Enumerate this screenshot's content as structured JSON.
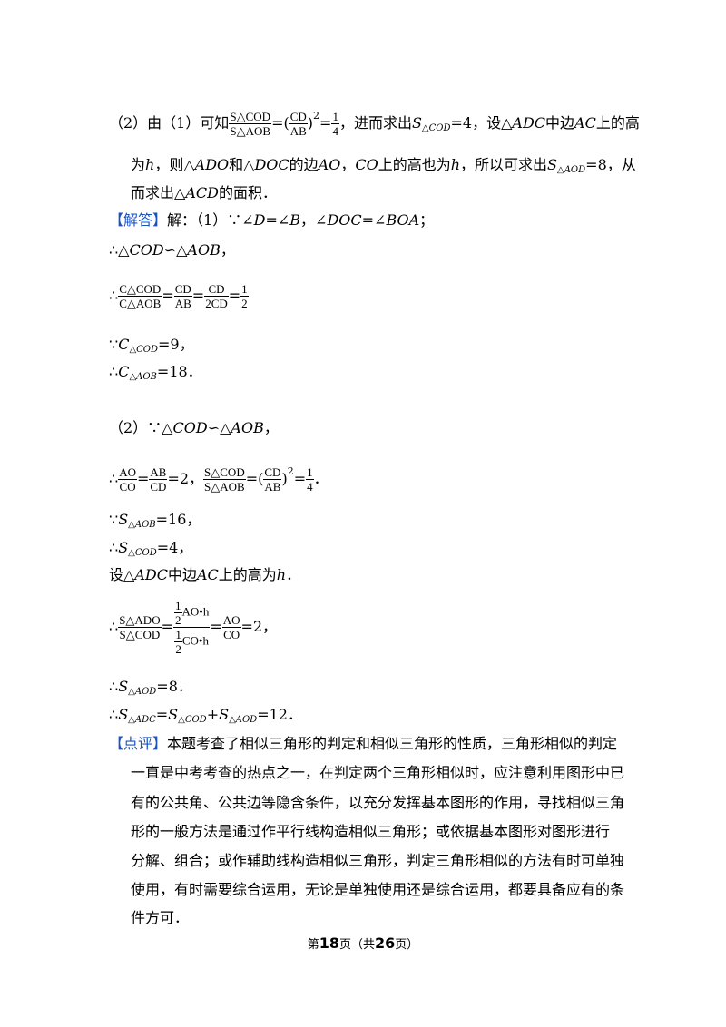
{
  "part2_header": {
    "pre": "（2）由（1）可知",
    "eq": "=(",
    "paren_close": ")",
    "exp": "2",
    "eq2": "=",
    "half_n": "1",
    "half_d": "4",
    "post": "，进而求出",
    "s": "S",
    "s_sub": "△COD",
    "eq_val": "=4，设△",
    "adc": "ADC",
    "mid": "中边",
    "ac": "AC",
    "tail": "上的高"
  },
  "frac_S_cod_aob": {
    "num": "S△COD",
    "den": "S△AOB"
  },
  "frac_cd_ab": {
    "num": "CD",
    "den": "AB"
  },
  "line2": {
    "a": "为",
    "h": "h",
    "b": "，则△",
    "ado": "ADO",
    "c": "和△",
    "doc": "DOC",
    "d": "的边",
    "ao": "AO",
    "e": "，",
    "co": "CO",
    "f": "上的高也为",
    "h2": "h",
    "g": "，所以可求出",
    "s": "S",
    "sub": "△AOD",
    "val": "=8，从"
  },
  "line3": {
    "a": "而求出△",
    "acd": "ACD",
    "b": "的面积．"
  },
  "answer": {
    "tag": "【解答】",
    "a": "解：（1）∵∠",
    "d": "D",
    "b": "=∠",
    "bb": "B",
    "c": "，∠",
    "doc": "DOC",
    "e": "=∠",
    "boa": "BOA",
    "f": "；"
  },
  "l_sim1": {
    "a": "∴△",
    "cod": "COD",
    "sim": "∽△",
    "aob": "AOB",
    "c": "，"
  },
  "l_ratio": {
    "therefore": "∴",
    "f1n": "C△COD",
    "f1d": "C△AOB",
    "f2n": "CD",
    "f2d": "AB",
    "f3n": "CD",
    "f3d": "2CD",
    "f4n": "1",
    "f4d": "2",
    "eq": "="
  },
  "l_c_cod": {
    "a": "∵",
    "c": "C",
    "sub": "△COD",
    "val": "=9，"
  },
  "l_c_aob": {
    "a": "∴",
    "c": "C",
    "sub": "△AOB",
    "val": "=18．"
  },
  "l_sim2": {
    "a": "（2）∵△",
    "cod": "COD",
    "sim": "∽△",
    "aob": "AOB",
    "c": "，"
  },
  "l_ratio2": {
    "therefore": "∴",
    "f1n": "AO",
    "f1d": "CO",
    "f2n": "AB",
    "f2d": "CD",
    "v2": "=2，",
    "f3n": "S△COD",
    "f3d": "S△AOB",
    "f4n": "CD",
    "f4d": "AB",
    "exp": "2",
    "f5n": "1",
    "f5d": "4",
    "end": "．"
  },
  "l_s_aob": {
    "a": "∵",
    "s": "S",
    "sub": "△AOB",
    "val": "=16，"
  },
  "l_s_cod": {
    "a": "∴",
    "s": "S",
    "sub": "△COD",
    "val": "=4，"
  },
  "l_let": {
    "a": "设△",
    "adc": "ADC",
    "b": "中边",
    "ac": "AC",
    "c": "上的高为",
    "h": "h",
    "d": "．"
  },
  "l_big": {
    "therefore": "∴",
    "f1n": "S△ADO",
    "f1d": "S△COD",
    "hn": "1",
    "hd": "2",
    "top": "AO•h",
    "bot": "CO•h",
    "f3n": "AO",
    "f3d": "CO",
    "val": "=2，"
  },
  "l_s_aod": {
    "a": "∴",
    "s": "S",
    "sub": "△AOD",
    "val": "=8．"
  },
  "l_s_adc": {
    "a": "∴",
    "s1": "S",
    "sub1": "△ADC",
    "eq": "=",
    "s2": "S",
    "sub2": "△COD",
    "plus": "+",
    "s3": "S",
    "sub3": "△AOD",
    "val": "=12．"
  },
  "comment": {
    "tag": "【点评】",
    "lines": [
      "本题考查了相似三角形的判定和相似三角形的性质，三角形相似的判定",
      "一直是中考考查的热点之一，在判定两个三角形相似时，应注意利用图形中已",
      "有的公共角、公共边等隐含条件，以充分发挥基本图形的作用，寻找相似三角",
      "形的一般方法是通过作平行线构造相似三角形；或依据基本图形对图形进行",
      "分解、组合；或作辅助线构造相似三角形，判定三角形相似的方法有时可单独",
      "使用，有时需要综合运用，无论是单独使用还是综合运用，都要具备应有的条",
      "件方可．"
    ]
  },
  "footer": {
    "a": "第",
    "page": "18",
    "b": "页（共",
    "total": "26",
    "c": "页）"
  },
  "colors": {
    "accent": "#1a52c2"
  }
}
